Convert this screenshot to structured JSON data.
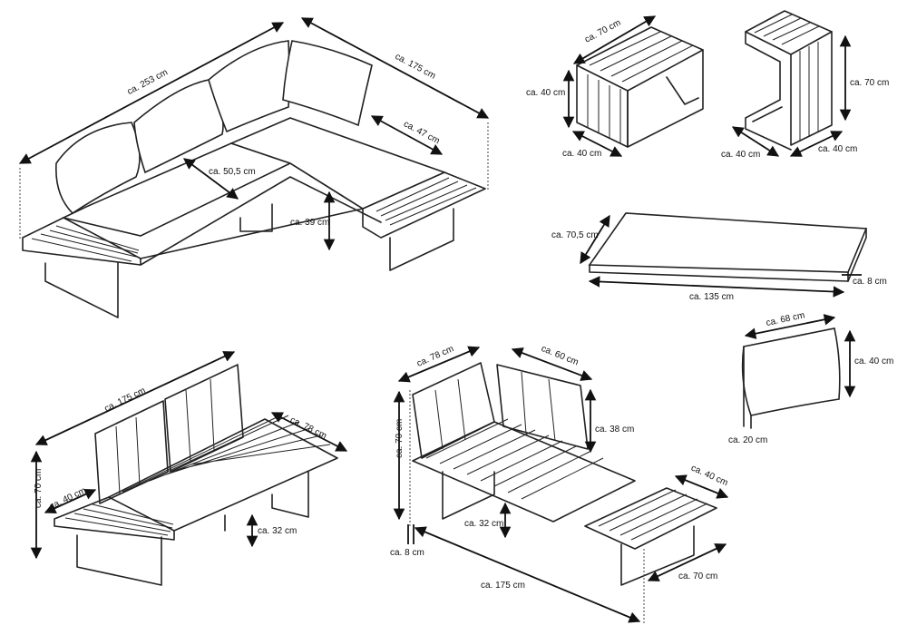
{
  "views": {
    "sofa_set": {
      "width_label": "ca. 253 cm",
      "depth_label": "ca. 175 cm",
      "seat_depth_label": "ca. 50,5 cm",
      "seat_height_label": "ca. 39 cm",
      "side_table_depth_label": "ca. 47 cm"
    },
    "side_table": {
      "width_label": "ca. 70 cm",
      "height_label": "ca. 40 cm",
      "depth_label": "ca. 40 cm"
    },
    "c_table": {
      "height_label": "ca. 70 cm",
      "width_label": "ca. 40 cm",
      "depth_label": "ca. 40 cm"
    },
    "seat_cushion": {
      "depth_label": "ca. 70,5 cm",
      "length_label": "ca. 135 cm",
      "thickness_label": "ca. 8 cm"
    },
    "back_cushion": {
      "width_label": "ca. 68 cm",
      "height_label": "ca. 40 cm",
      "thickness_label": "ca. 20 cm"
    },
    "frame_left": {
      "length_label": "ca. 175 cm",
      "depth_label": "ca. 78 cm",
      "height_label": "ca. 70 cm",
      "table_depth_label": "ca. 40 cm",
      "seat_height_label": "ca. 32 cm"
    },
    "frame_right": {
      "depth_label": "ca. 78 cm",
      "back_width_label": "ca. 60 cm",
      "height_label": "ca. 70 cm",
      "back_height_label": "ca. 38 cm",
      "table_depth_label": "ca. 40 cm",
      "seat_height_label": "ca. 32 cm",
      "thickness_label": "ca. 8 cm",
      "length_label": "ca. 175 cm",
      "table_width_label": "ca. 70 cm"
    }
  },
  "colors": {
    "line": "#222222",
    "background": "#ffffff"
  }
}
